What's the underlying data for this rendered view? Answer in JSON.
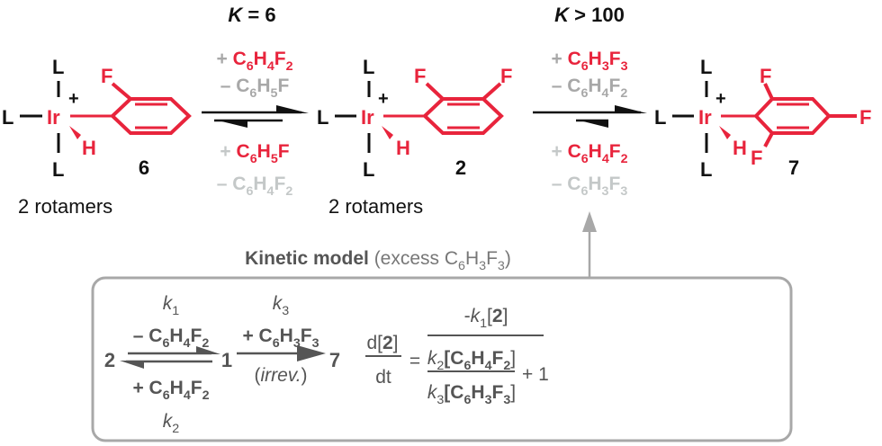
{
  "colors": {
    "red": "#e8243c",
    "black": "#111111",
    "gray": "#a8a8a8",
    "light_gray": "#c4c8c8",
    "kinetic_gray": "#555555"
  },
  "top": {
    "k1_label": [
      "K",
      " = 6"
    ],
    "k2_label": [
      "K",
      " > 100"
    ],
    "ligand": "L",
    "metal": "Ir",
    "charge": "+",
    "hydride": "H",
    "fluorine": "F",
    "compounds": {
      "six": "6",
      "two": "2",
      "seven": "7"
    },
    "rotamers": "2 rotamers",
    "eq1": {
      "fwd_plus": [
        "+ ",
        "C",
        "_6",
        "H",
        "_4",
        "F",
        "_2"
      ],
      "fwd_minus": [
        "– C",
        "_6",
        "H",
        "_5",
        "F"
      ],
      "rev_plus": [
        "+ ",
        "C",
        "_6",
        "H",
        "_5",
        "F"
      ],
      "rev_minus": [
        "– C",
        "_6",
        "H",
        "_4",
        "F",
        "_2"
      ]
    },
    "eq2": {
      "fwd_plus": [
        "+ ",
        "C",
        "_6",
        "H",
        "_3",
        "F",
        "_3"
      ],
      "fwd_minus": [
        "– C",
        "_6",
        "H",
        "_4",
        "F",
        "_2"
      ],
      "rev_plus": [
        "+ ",
        "C",
        "_6",
        "H",
        "_4",
        "F",
        "_2"
      ],
      "rev_minus": [
        "– C",
        "_6",
        "H",
        "_3",
        "F",
        "_3"
      ]
    }
  },
  "kinetic": {
    "title_bold": "Kinetic model",
    "title_rest": [
      "(excess C",
      "_6",
      "H",
      "_3",
      "F",
      "_3",
      ")"
    ],
    "species": {
      "a": "2",
      "b": "1",
      "c": "7"
    },
    "k1": [
      "k",
      "_1"
    ],
    "k2": [
      "k",
      "_2"
    ],
    "k3": [
      "k",
      "_3"
    ],
    "minus_c6h4f2": [
      "– C",
      "_6",
      "H",
      "_4",
      "F",
      "_2"
    ],
    "plus_c6h4f2": [
      "+ C",
      "_6",
      "H",
      "_4",
      "F",
      "_2"
    ],
    "plus_c6h3f3": [
      "+ C",
      "_6",
      "H",
      "_3",
      "F",
      "_3"
    ],
    "irrev": [
      "(",
      "irrev.",
      ")"
    ],
    "rate": {
      "lhs_num": [
        "d[",
        "2",
        "]"
      ],
      "lhs_den": "dt",
      "equals": "=",
      "numerator": [
        "-",
        "k",
        "_1",
        "[",
        "2",
        "]"
      ],
      "inner_num": [
        "k",
        "_2",
        "[C",
        "_6",
        "H",
        "_4",
        "F",
        "_2",
        "]"
      ],
      "inner_den": [
        "k",
        "_3",
        "[C",
        "_6",
        "H",
        "_3",
        "F",
        "_3",
        "]"
      ],
      "plus_one": "+ 1"
    }
  }
}
